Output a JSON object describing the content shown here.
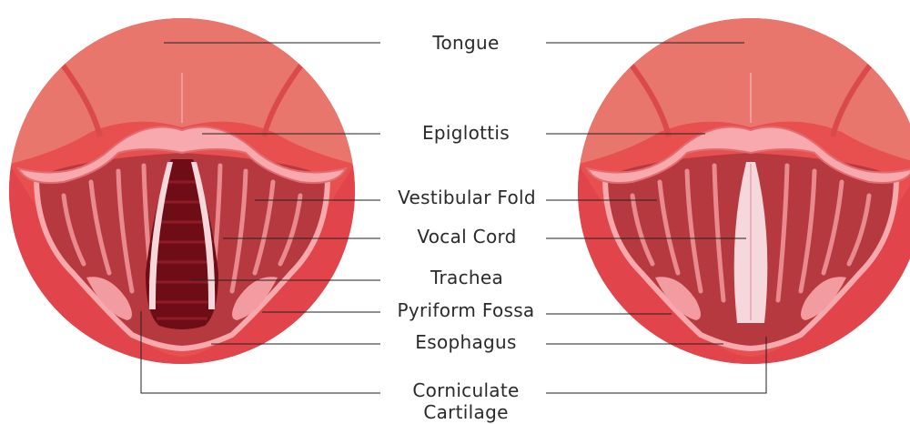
{
  "labels": {
    "tongue": "Tongue",
    "epiglottis": "Epiglottis",
    "vestibular_fold": "Vestibular Fold",
    "vocal_cord": "Vocal Cord",
    "trachea": "Trachea",
    "pyriform_fossa": "Pyriform Fossa",
    "esophagus": "Esophagus",
    "corniculate_line1": "Corniculate",
    "corniculate_line2": "Cartilage"
  },
  "colors": {
    "outer_ring": "#e84f4f",
    "tongue": "#e8766d",
    "tongue_edge": "#d94a48",
    "epiglottis": "#f7a9ad",
    "cavity": "#b6393f",
    "fold_lines": "#e98a8e",
    "vocal_cord": "#f6d7db",
    "trachea": "#6e0d16",
    "leader_line": "#222222",
    "text": "#2a2a2a"
  }
}
